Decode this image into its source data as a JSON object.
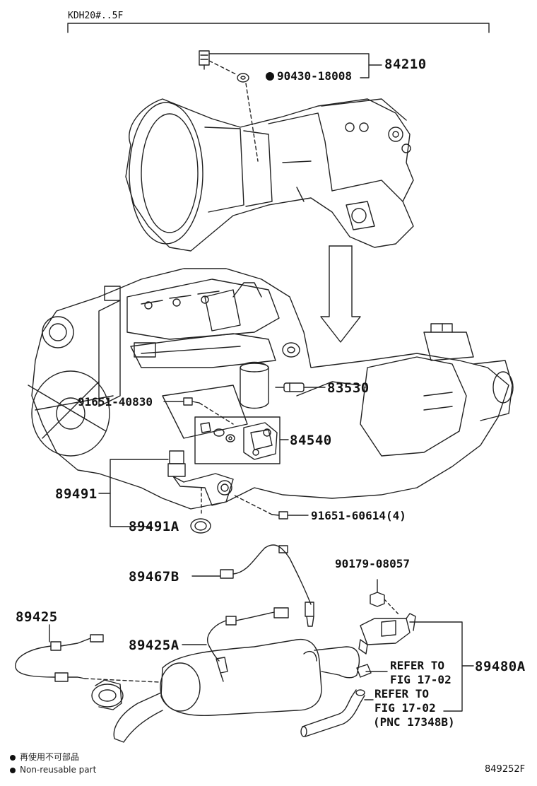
{
  "header": {
    "model_code": "KDH20#..5F"
  },
  "callouts": {
    "p84210": "84210",
    "p90430": "90430-18008",
    "p83530": "83530",
    "p91651a": "91651-40830",
    "p84540": "84540",
    "p89491": "89491",
    "p89491a": "89491A",
    "p91651b": "91651-60614(4)",
    "p90179": "90179-08057",
    "p89467b": "89467B",
    "p89425": "89425",
    "p89425a": "89425A",
    "p89480a": "89480A",
    "ref1_line1": "REFER TO",
    "ref1_line2": "FIG 17-02",
    "ref2_line1": "REFER TO",
    "ref2_line2": "FIG 17-02",
    "ref2_line3": "(PNC 17348B)"
  },
  "legend": {
    "jp": "再使用不可部品",
    "en": "Non-reusable part"
  },
  "footer": {
    "figure_id": "849252F"
  },
  "icons": {
    "non_reusable_marker": "filled-circle-icon"
  }
}
